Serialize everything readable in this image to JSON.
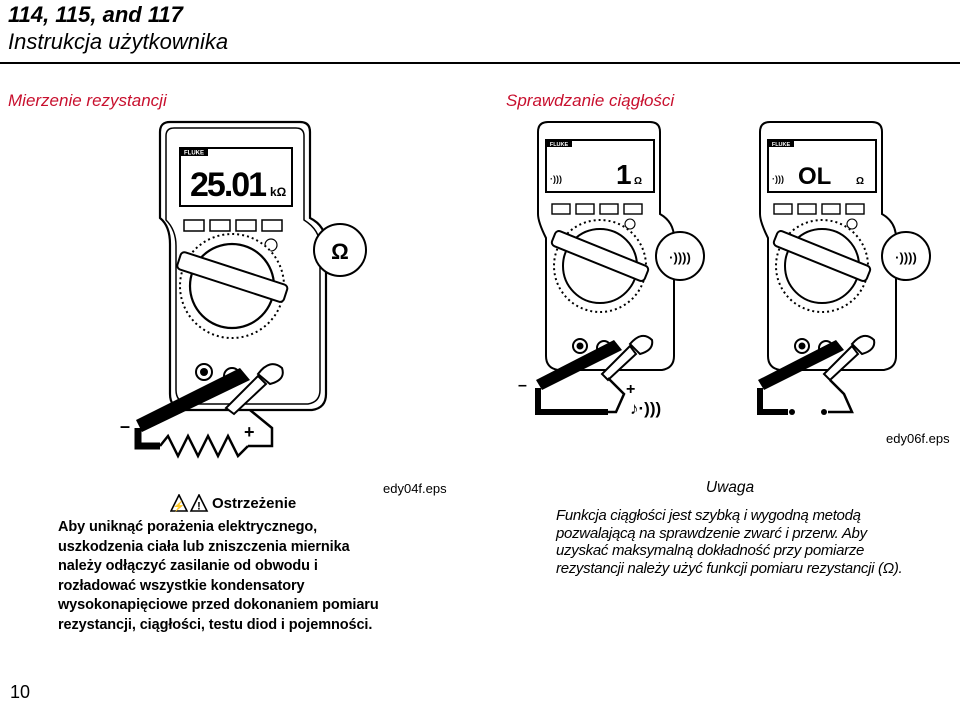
{
  "header": {
    "line1": "114, 115, and 117",
    "line2": "Instrukcja użytkownika"
  },
  "sections": {
    "left": "Mierzenie rezystancji",
    "right": "Sprawdzanie ciągłości"
  },
  "meters": {
    "brand": "FLUKE",
    "left": {
      "reading": "25.01",
      "unit": "kΩ",
      "callout": "Ω"
    },
    "mid": {
      "reading": "1",
      "unit": "Ω"
    },
    "right": {
      "reading": "OL",
      "unit": "Ω"
    }
  },
  "polarity": {
    "minus": "–",
    "plus": "+"
  },
  "figures": {
    "left": "edy04f.eps",
    "right": "edy06f.eps"
  },
  "warning": {
    "title": "Ostrzeżenie",
    "body": "Aby uniknąć porażenia elektrycznego, uszkodzenia ciała lub zniszczenia miernika należy odłączyć zasilanie od obwodu i rozładować wszystkie kondensatory wysokonapięciowe przed dokonaniem pomiaru rezystancji, ciągłości, testu diod i pojemności."
  },
  "note": {
    "title": "Uwaga",
    "body": "Funkcja ciągłości jest szybką i wygodną metodą pozwalającą na sprawdzenie zwarć i przerw. Aby uzyskać maksymalną dokładność przy pomiarze rezystancji należy użyć funkcji pomiaru rezystancji (Ω)."
  },
  "page": {
    "number": "10"
  }
}
